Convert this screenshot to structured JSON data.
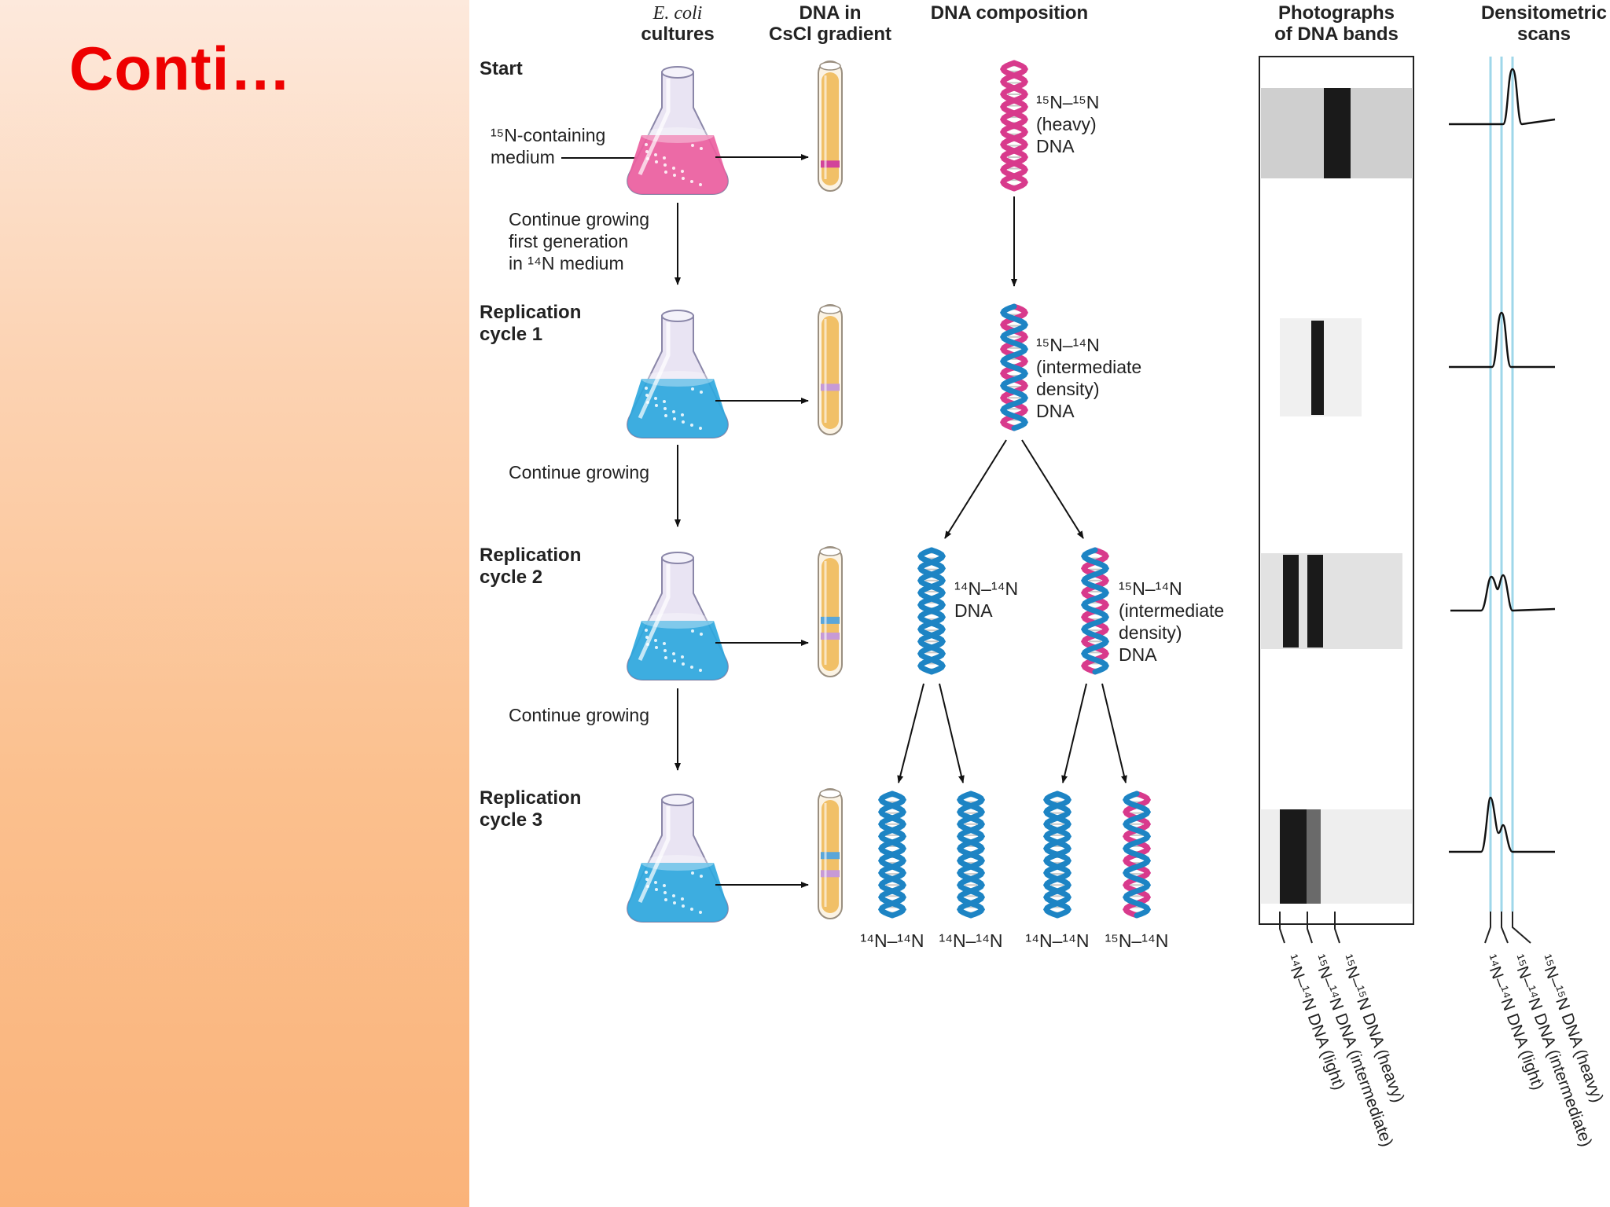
{
  "slide": {
    "title": "Conti…"
  },
  "headers": {
    "cultures_line1": "E. coli",
    "cultures_line2": "cultures",
    "gradient_line1": "DNA in",
    "gradient_line2": "CsCl gradient",
    "composition": "DNA composition",
    "photos_line1": "Photographs",
    "photos_line2": "of DNA bands",
    "scans_line1": "Densitometric",
    "scans_line2": "scans"
  },
  "stages": {
    "start": "Start",
    "cycle1_line1": "Replication",
    "cycle1_line2": "cycle 1",
    "cycle2_line1": "Replication",
    "cycle2_line2": "cycle 2",
    "cycle3_line1": "Replication",
    "cycle3_line2": "cycle 3"
  },
  "annotations": {
    "medium_line1": "¹⁵N-containing",
    "medium_line2": "medium",
    "grow1_line1": "Continue growing",
    "grow1_line2": "first generation",
    "grow1_line3": "in ¹⁴N medium",
    "grow2": "Continue growing",
    "grow3": "Continue growing"
  },
  "dna_labels": {
    "heavy_line1": "¹⁵N–¹⁵N",
    "heavy_line2": "(heavy)",
    "heavy_line3": "DNA",
    "inter1_line1": "¹⁵N–¹⁴N",
    "inter1_line2": "(intermediate",
    "inter1_line3": "density)",
    "inter1_line4": "DNA",
    "light2_line1": "¹⁴N–¹⁴N",
    "light2_line2": "DNA",
    "inter2_line1": "¹⁵N–¹⁴N",
    "inter2_line2": "(intermediate",
    "inter2_line3": "density)",
    "inter2_line4": "DNA",
    "bottom": [
      "¹⁴N–¹⁴N",
      "¹⁴N–¹⁴N",
      "¹⁴N–¹⁴N",
      "¹⁵N–¹⁴N"
    ]
  },
  "band_labels": {
    "light": "¹⁴N–¹⁴N DNA (light)",
    "intermediate": "¹⁵N–¹⁴N DNA (intermediate)",
    "heavy": "¹⁵N–¹⁵N DNA (heavy)"
  },
  "colors": {
    "medium_15n": "#ec5fa0",
    "medium_14n": "#2ea8de",
    "tube": "#f1c067",
    "strand_heavy": "#d83a8c",
    "strand_light": "#1d84c4"
  }
}
